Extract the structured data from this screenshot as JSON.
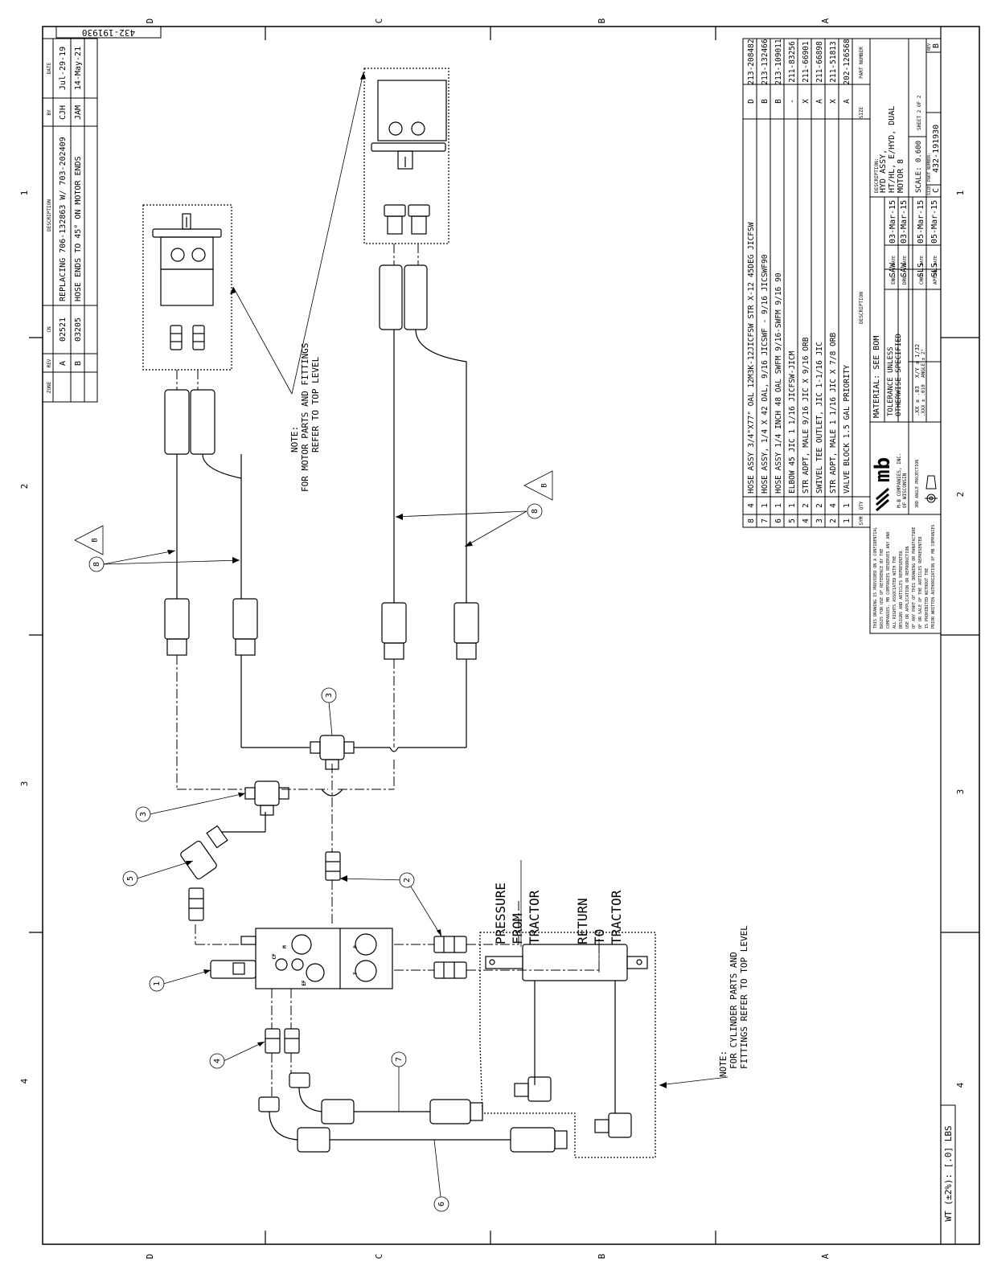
{
  "drawing_id_stamp": "432-191930",
  "border": {
    "zones_top": [
      "D",
      "C",
      "B",
      "A"
    ],
    "zones_bottom": [
      "D",
      "C",
      "B",
      "A"
    ],
    "zones_left": [
      "1",
      "2",
      "3",
      "4"
    ],
    "zones_right": [
      "1",
      "2",
      "3",
      "4"
    ]
  },
  "revision_table": {
    "headers": [
      "ZONE",
      "REV",
      "CN",
      "DESCRIPTION",
      "BY",
      "DATE"
    ],
    "rows": [
      {
        "zone": "",
        "rev": "A",
        "cn": "02521",
        "description": "REPLACING 706-132863 W/ 703-202409",
        "by": "CJH",
        "date": "Jul-29-19"
      },
      {
        "zone": "",
        "rev": "B",
        "cn": "03205",
        "description": "HOSE ENDS TO 45° ON MOTOR ENDS",
        "by": "JAM",
        "date": "14-May-21"
      }
    ]
  },
  "bom": {
    "header": {
      "sym": "SYM",
      "qty": "QTY",
      "description": "DESCRIPTION",
      "size": "SIZE",
      "part_number": "PART NUMBER"
    },
    "rows": [
      {
        "sym": "8",
        "qty": "4",
        "description": "HOSE ASSY 3/4\"X77\" OAL 12M3K-12JICFSW STR X-12 45DEG JICFSW",
        "size": "D",
        "part": "213-208482"
      },
      {
        "sym": "7",
        "qty": "1",
        "description": "HOSE ASSY, 1/4 X 42 OAL, 9/16 JICSWF - 9/16 JICSWF90",
        "size": "B",
        "part": "213-132466"
      },
      {
        "sym": "6",
        "qty": "1",
        "description": "HOSE ASSY 1/4 INCH 48 OAL SWFM 9/16-SWFM 9/16 90",
        "size": "B",
        "part": "213-109011"
      },
      {
        "sym": "5",
        "qty": "1",
        "description": "ELBOW 45 JIC 1 1/16 JICFSW-JICM",
        "size": "-",
        "part": "211-83256"
      },
      {
        "sym": "4",
        "qty": "2",
        "description": "STR ADPT, MALE 9/16 JIC X 9/16 ORB",
        "size": "X",
        "part": "211-66901"
      },
      {
        "sym": "3",
        "qty": "2",
        "description": "SWIVEL TEE OUTLET, JIC 1-1/16 JIC",
        "size": "A",
        "part": "211-66898"
      },
      {
        "sym": "2",
        "qty": "4",
        "description": "STR ADPT, MALE 1 1/16 JIC X 7/8 ORB",
        "size": "X",
        "part": "211-51813"
      },
      {
        "sym": "1",
        "qty": "1",
        "description": "VALVE BLOCK 1.5 GAL PRIORITY",
        "size": "A",
        "part": "202-126568"
      }
    ]
  },
  "title_block": {
    "confidential": [
      "THIS DRAWING IS PROVIDED ON A CONFIDENTIAL",
      "BASIS FOR USE OF REFERENCE BY THE",
      "COMPANIES. MB COMPANIES RESERVES ANY AND",
      "ALL RIGHTS ASSOCIATED WITH THE",
      "DESIGNS AND ARTICLES REPRESENTED.",
      "USE OR APPLICATION OR REPRODUCTION",
      "OF ANY PART OF THIS DRAWING OR MANUFACTURE",
      "OF OR SALE OF THE ARTICLES REPRESENTED",
      "IS PROHIBITED WITHOUT THE",
      "PRIOR WRITTEN AUTHORIZATION OF MB COMPANIES"
    ],
    "logo": "mb",
    "company": [
      "M-B COMPANIES, INC.",
      "OF WISCONSIN"
    ],
    "projection": "3RD ANGLE PROJECTION",
    "material": "MATERIAL: SEE BOM",
    "tolerance": [
      "TOLERANCE UNLESS",
      "OTHERWISE SPECIFIED"
    ],
    "tol_values": [
      ".XX ± .03",
      ".XXX ± .010",
      "X/Y ± 1/32",
      "ANGLE ± 2°"
    ],
    "sign_rows": [
      {
        "role": "ENG",
        "name": "SAW",
        "date_label": "DATE",
        "date": "03-Mar-15"
      },
      {
        "role": "DRN",
        "name": "SAW",
        "date_label": "DATE",
        "date": "03-Mar-15"
      },
      {
        "role": "CHKD",
        "name": "SLS",
        "date_label": "DATE",
        "date": "05-Mar-15"
      },
      {
        "role": "APPVD",
        "name": "SLS",
        "date_label": "DATE",
        "date": "05-Mar-15"
      }
    ],
    "description_label": "DESCRIPTION:",
    "description": [
      "HYD ASSY,",
      "HT/HL, E/HYD, DUAL",
      "MOTOR 8"
    ],
    "scale": "SCALE: 0.600",
    "sheet": "SHEET 2 OF 2",
    "size_label": "SIZE",
    "size": "C",
    "part_number_label": "PART NUMBER:",
    "part_number": "432-191930",
    "rev_label": "REV",
    "rev": "B"
  },
  "weight": "WT (±2%): [.0] LBS",
  "notes": {
    "motor": [
      "NOTE:",
      "FOR MOTOR PARTS AND FITTINGS",
      "REFER TO TOP LEVEL"
    ],
    "cylinder": [
      "NOTE:",
      "FOR CYLINDER PARTS AND",
      "FITTINGS REFER TO TOP LEVEL"
    ],
    "pressure": [
      "PRESSURE",
      "FROM",
      "TRACTOR"
    ],
    "return": [
      "RETURN",
      "TO",
      "TRACTOR"
    ]
  },
  "valve_ports": [
    "M",
    "P",
    "T",
    "CF",
    "EF"
  ],
  "callouts": {
    "item1": "1",
    "item2": "2",
    "item3a": "3",
    "item3b": "3",
    "item4": "4",
    "item5": "5",
    "item6": "6",
    "item7": "7",
    "item8a": "8",
    "item8b": "8",
    "rev_flag": "B"
  }
}
